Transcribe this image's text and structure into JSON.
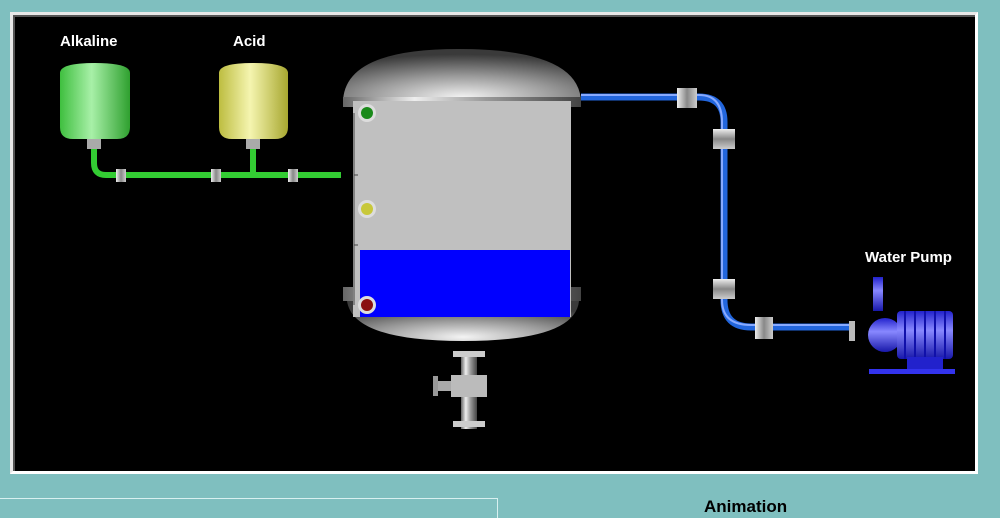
{
  "labels": {
    "alkaline": "Alkaline",
    "acid": "Acid",
    "water_pump": "Water Pump"
  },
  "footer": {
    "title": "Animation"
  },
  "tank": {
    "liquid_level_fraction": 0.31,
    "liquid_color": "#0000ff",
    "indicators": [
      {
        "name": "high-level-indicator",
        "color": "#1a8a1a"
      },
      {
        "name": "mid-level-indicator",
        "color": "#c8c83a"
      },
      {
        "name": "low-level-indicator",
        "color": "#8a1010"
      }
    ]
  },
  "colors": {
    "background": "#7fbfbf",
    "screen": "#000000",
    "alkaline_pipe": "#33cc33",
    "water_pipe": "#2266dd",
    "alkaline_tank": "#66dd66",
    "acid_tank": "#dddd66",
    "pump": "#3333ee"
  }
}
